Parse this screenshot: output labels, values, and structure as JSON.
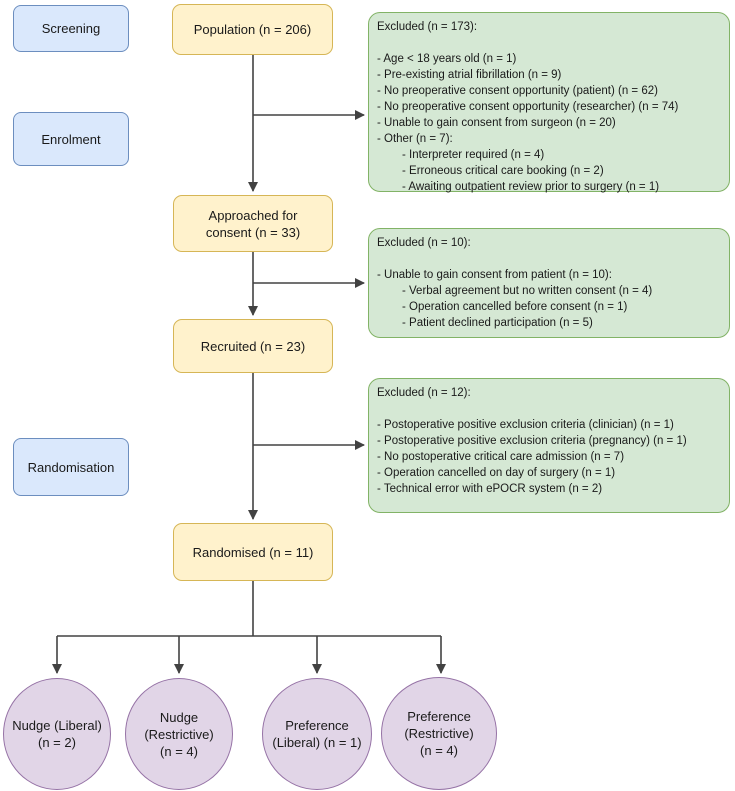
{
  "title": "Trial recruitment flow diagram",
  "colors": {
    "node_fill": "#fff2cc",
    "node_border": "#d6b656",
    "stage_fill": "#dae8fc",
    "stage_border": "#6c8ebf",
    "exclusion_fill": "#d5e8d4",
    "exclusion_border": "#82b366",
    "arm_fill": "#e1d5e7",
    "arm_border": "#9673a6",
    "arrow": "#424242",
    "text": "#1a1a1a"
  },
  "stages": [
    {
      "label": "Screening"
    },
    {
      "label": "Enrolment"
    },
    {
      "label": "Randomisation"
    }
  ],
  "flow": [
    {
      "label": "Population (n = 206)"
    },
    {
      "label": "Approached for\nconsent (n = 33)"
    },
    {
      "label": "Recruited (n = 23)"
    },
    {
      "label": "Randomised (n = 11)"
    }
  ],
  "exclusions": [
    {
      "title": "Excluded (n = 173):",
      "items": [
        "- Age < 18 years old (n = 1)",
        "- Pre-existing atrial fibrillation (n = 9)",
        "- No preoperative consent opportunity (patient) (n = 62)",
        "- No preoperative consent opportunity (researcher) (n = 74)",
        "- Unable to gain consent from surgeon (n = 20)",
        "- Other (n = 7):",
        "- Interpreter required (n = 4)",
        "- Erroneous critical care booking (n = 2)",
        "- Awaiting outpatient review prior to surgery (n = 1)"
      ]
    },
    {
      "title": "Excluded (n = 10):",
      "items": [
        "- Unable to gain consent from patient (n = 10):",
        "- Verbal agreement but no written consent (n = 4)",
        "- Operation cancelled before consent (n = 1)",
        "- Patient declined participation (n = 5)"
      ]
    },
    {
      "title": "Excluded (n = 12):",
      "items": [
        "- Postoperative positive exclusion criteria (clinician) (n = 1)",
        "- Postoperative positive exclusion criteria (pregnancy) (n = 1)",
        "- No postoperative critical care admission (n = 7)",
        "- Operation cancelled on day of surgery (n = 1)",
        "- Technical error with ePOCR system (n = 2)"
      ]
    }
  ],
  "arms": [
    {
      "label": "Nudge (Liberal)\n(n = 2)"
    },
    {
      "label": "Nudge\n(Restrictive)\n(n = 4)"
    },
    {
      "label": "Preference\n(Liberal) (n = 1)"
    },
    {
      "label": "Preference\n(Restrictive)\n(n = 4)"
    }
  ]
}
